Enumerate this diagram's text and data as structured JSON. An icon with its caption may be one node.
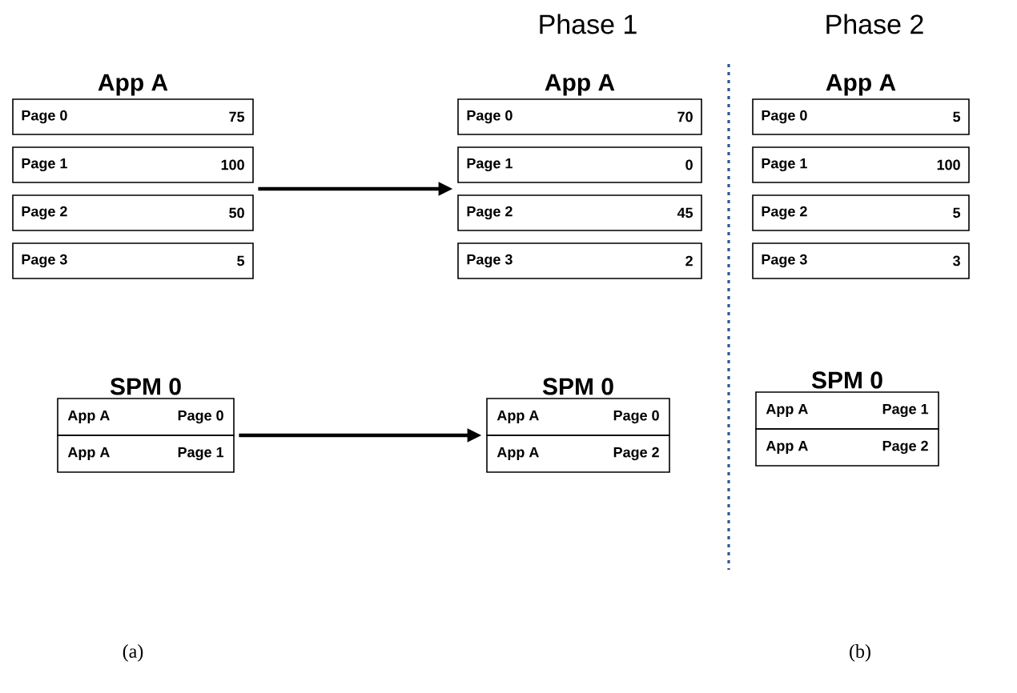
{
  "diagram": {
    "nodes": [
      {
        "text": [
          "App A"
        ]
      },
      {
        "text": [
          "Page 0",
          "75"
        ],
        "in": 0
      },
      {
        "text": [
          "Page 1",
          "100"
        ],
        "in": 0
      },
      {
        "text": [
          "Page 2",
          "50"
        ],
        "in": 0
      },
      {
        "text": [
          "Page 3",
          "5"
        ],
        "in": 0
      },
      {
        "text": [
          "SPM 0"
        ]
      },
      {
        "text": [
          "App A",
          "Page 0"
        ],
        "in": 5
      },
      {
        "text": [
          "App A",
          "Page 1"
        ],
        "in": 5
      },
      {
        "text": [
          "App A"
        ]
      },
      {
        "text": [
          "Page 0",
          "70"
        ],
        "in": 8
      },
      {
        "text": [
          "Page 1",
          "0"
        ],
        "in": 8
      },
      {
        "text": [
          "Page 2",
          "45"
        ],
        "in": 8
      },
      {
        "text": [
          "Page 3",
          "2"
        ],
        "in": 8
      },
      {
        "text": [
          "SPM 0"
        ]
      },
      {
        "text": [
          "App A",
          "Page 0"
        ],
        "in": 13
      },
      {
        "text": [
          "App A",
          "Page 2"
        ],
        "in": 13
      },
      {
        "text": [
          "App A"
        ]
      },
      {
        "text": [
          "Page 0",
          "5"
        ],
        "in": 16
      },
      {
        "text": [
          "Page 1",
          "100"
        ],
        "in": 16
      },
      {
        "text": [
          "Page 2",
          "5"
        ],
        "in": 16
      },
      {
        "text": [
          "Page 3",
          "3"
        ],
        "in": 16
      },
      {
        "text": [
          "SPM 0"
        ]
      },
      {
        "text": [
          "App A",
          "Page 1"
        ],
        "in": 21
      },
      {
        "text": [
          "App A",
          "Page 2"
        ],
        "in": 21
      }
    ],
    "edges": [
      {
        "from": 0,
        "to": 8,
        "arrow": "to"
      },
      {
        "from": 5,
        "to": 13,
        "arrow": "to"
      }
    ],
    "labels": [
      "Phase 1",
      "Phase 2",
      "(a)",
      "(b)"
    ]
  }
}
